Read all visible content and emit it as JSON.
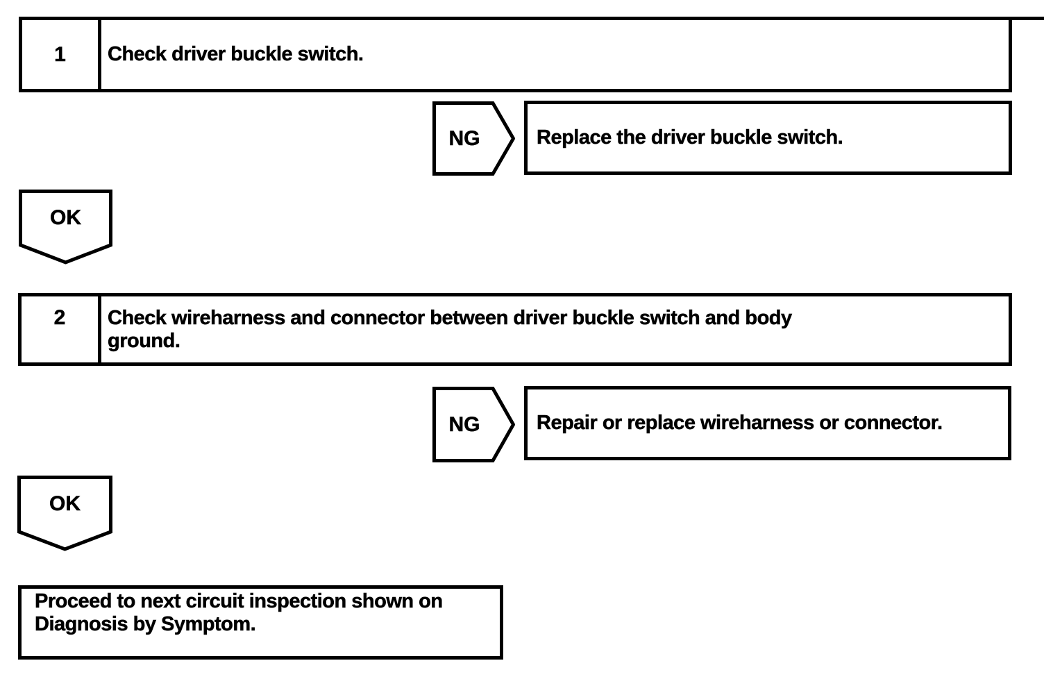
{
  "page": {
    "background_color": "#ffffff",
    "ink_color": "#000000",
    "kind": "seat-belt warning circuit inspection flowchart"
  },
  "flowchart": {
    "steps": [
      {
        "number": "1",
        "instruction": "Check driver buckle switch.",
        "ng_label": "NG",
        "ng_action": "Replace the driver buckle switch.",
        "ok_label": "OK"
      },
      {
        "number": "2",
        "instruction": "Check wireharness and connector between driver buckle switch and body\nground.",
        "ng_label": "NG",
        "ng_action": "Repair or replace wireharness or connector.",
        "ok_label": "OK"
      }
    ],
    "terminal_text": "Proceed to next circuit inspection shown on\nDiagnosis by Symptom."
  }
}
